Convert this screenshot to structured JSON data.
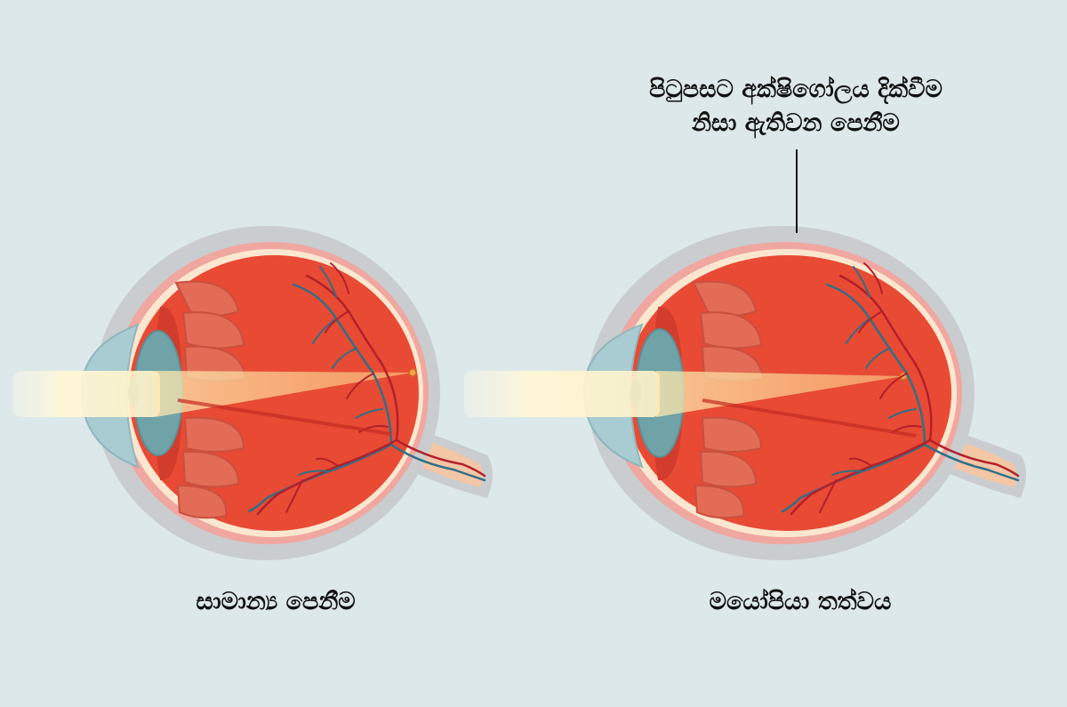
{
  "annotation": {
    "line1": "පිටුපසට අක්ෂිගෝලය දික්වීම",
    "line2": "නිසා ඇතිවන පෙනීම"
  },
  "eyes": [
    {
      "id": "normal",
      "caption": "සාමාන්‍ය පෙනීම"
    },
    {
      "id": "myopia",
      "caption": "මයෝපියා තත්වය"
    }
  ],
  "colors": {
    "background": "#dde8ea",
    "sclera": "#c9cdd0",
    "eye_interior": "#e84a34",
    "choroid": "#f0a7a0",
    "iris": "#6fa3a8",
    "cornea": "#a8ccd2",
    "light_beam": "#fff3cf",
    "vessel_blue": "#2f6f86",
    "vessel_red": "#b3202b",
    "optic_nerve": "#f3c6a6",
    "text": "#111111"
  }
}
